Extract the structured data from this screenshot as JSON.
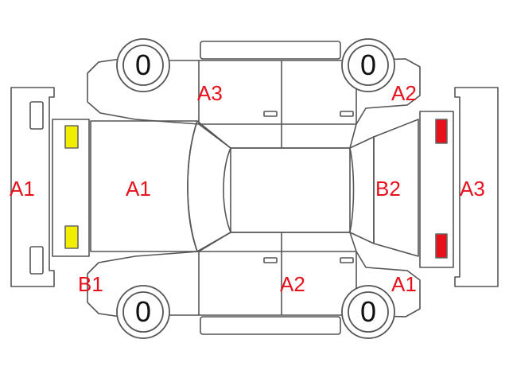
{
  "colors": {
    "outline": "#555555",
    "background": "#ffffff",
    "label": "#e8101a",
    "tire_text": "#111111",
    "indicator_yellow": "#f2ee00",
    "indicator_red": "#e8101a"
  },
  "tires": {
    "front_left": "0",
    "front_right": "0",
    "rear_left": "0",
    "rear_right": "0"
  },
  "damage_labels": {
    "left_bumper": "A1",
    "hood": "A1",
    "front_left_fender": "B1",
    "lower_left_doors": "A2",
    "rear_right_fender_lower": "A1",
    "trunk_lid": "B2",
    "rear_bumper": "A3",
    "upper_left_doors": "A3",
    "rear_right_fender_upper": "A2"
  }
}
